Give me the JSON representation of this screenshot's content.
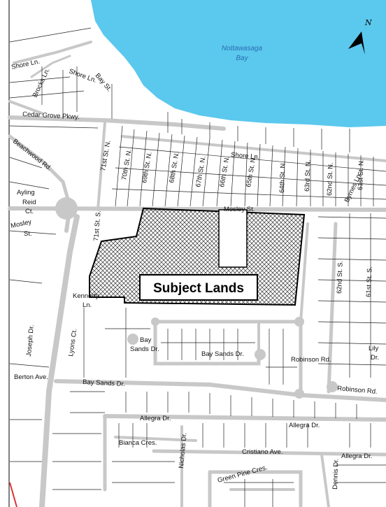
{
  "water_body": {
    "line1": "Nottawasaga",
    "line2": "Bay"
  },
  "north_arrow": {
    "label": "N",
    "icon": "north-arrow-icon"
  },
  "subject": {
    "label": "Subject Lands"
  },
  "colors": {
    "water": "#5bc8ee",
    "road": "#c8c8c8",
    "subject_outline": "#000000"
  },
  "streets": {
    "shore_ln_w": "Shore Ln.",
    "brocks_ln": "Brocks Ln.",
    "shore_ln_2": "Shore Ln.",
    "bay_st": "Bay St.",
    "cedar_grove": "Cedar Grove Pkwy.",
    "beachwood": "Beachwood Rd.",
    "st71_n": "71st St. N.",
    "st70_n": "70th St. N.",
    "st69_n": "69th St. N.",
    "st68_n": "68th St. N.",
    "st67_n": "67th St. N.",
    "st66_n": "66th St. N.",
    "st65_n": "65th St. N.",
    "shore_ln_e": "Shore Ln.",
    "st64_n": "64th St. N.",
    "st63_n": "63rd St. N.",
    "st62_n": "62nd St. N.",
    "st61_n": "61st St. N.",
    "byrnes": "Byrnes Ln.",
    "ayling": "Ayling",
    "reid": "Reid",
    "ct": "Ct.",
    "mosley_w": "Mosley",
    "st_abbr": "St.",
    "st71_s": "71st St. S.",
    "mosley_st": "Mosley St.",
    "st62_s": "62nd St. S.",
    "st61_s": "61st St. S.",
    "kennedy": "Kennedy",
    "ln": "Ln.",
    "joseph": "Joseph Dr.",
    "lyons": "Lyons Ct.",
    "bay": "Bay",
    "sands_dr": "Sands Dr.",
    "bay_sands_dr": "Bay Sands Dr.",
    "robinson_rd": "Robinson Rd.",
    "lily": "Lily",
    "dr": "Dr.",
    "berton": "Berton Ave.",
    "bay_sands_dr_2": "Bay Sands Dr.",
    "robinson_rd_2": "Robinson Rd.",
    "allegra_w": "Allegra Dr.",
    "allegra_c": "Allegra Dr.",
    "bianca": "Bianca Cres.",
    "nicholas": "Nicholas Dr.",
    "cristiano": "Cristiano Ave.",
    "allegra_e": "Allegra Dr.",
    "dennis": "Dennis Dr.",
    "green_pine": "Green Pine Cres."
  }
}
